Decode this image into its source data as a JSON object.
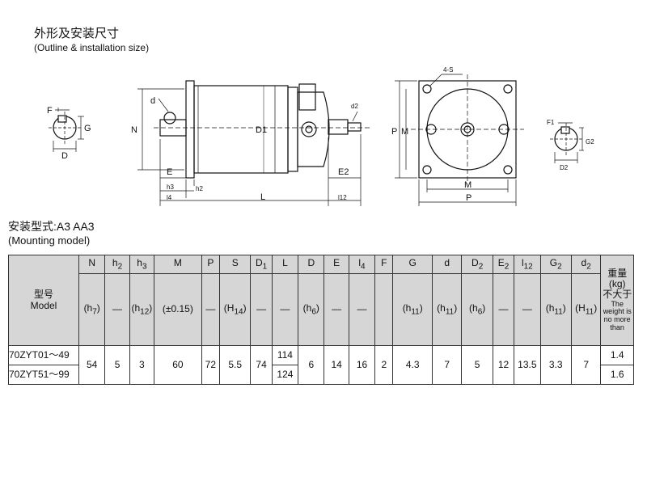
{
  "headings": {
    "title_cn": "外形及安装尺寸",
    "title_en": "(Outline & installation size)",
    "mount_cn": "安装型式:A3   AA3",
    "mount_en": "(Mounting model)"
  },
  "drawing": {
    "labels": {
      "F": "F",
      "G": "G",
      "D": "D",
      "d": "d",
      "N": "N",
      "D1": "D1",
      "E": "E",
      "h3": "h3",
      "h2": "h2",
      "l4": "l4",
      "L": "L",
      "d2": "d2",
      "E2": "E2",
      "l12": "l12",
      "four_s": "4-S",
      "P": "P",
      "M": "M",
      "M_b": "M",
      "P_b": "P",
      "F1": "F1",
      "G2": "G2",
      "D2": "D2"
    }
  },
  "table": {
    "model_cn": "型号",
    "model_en": "Model",
    "headers": [
      {
        "base": "N",
        "sub": ""
      },
      {
        "base": "h",
        "sub": "2"
      },
      {
        "base": "h",
        "sub": "3"
      },
      {
        "base": "M",
        "sub": ""
      },
      {
        "base": "P",
        "sub": ""
      },
      {
        "base": "S",
        "sub": ""
      },
      {
        "base": "D",
        "sub": "1"
      },
      {
        "base": "L",
        "sub": ""
      },
      {
        "base": "D",
        "sub": ""
      },
      {
        "base": "E",
        "sub": ""
      },
      {
        "base": "l",
        "sub": "4"
      },
      {
        "base": "F",
        "sub": ""
      },
      {
        "base": "G",
        "sub": ""
      },
      {
        "base": "d",
        "sub": ""
      },
      {
        "base": "D",
        "sub": "2"
      },
      {
        "base": "E",
        "sub": "2"
      },
      {
        "base": "l",
        "sub": "12"
      },
      {
        "base": "G",
        "sub": "2"
      },
      {
        "base": "d",
        "sub": "2"
      }
    ],
    "tolerances": [
      {
        "base": "(h",
        "sub": "7",
        "tail": ")"
      },
      {
        "base": "—",
        "sub": "",
        "tail": ""
      },
      {
        "base": "(h",
        "sub": "12",
        "tail": ")"
      },
      {
        "base": "(±0.15)",
        "sub": "",
        "tail": ""
      },
      {
        "base": "—",
        "sub": "",
        "tail": ""
      },
      {
        "base": "(H",
        "sub": "14",
        "tail": ")"
      },
      {
        "base": "—",
        "sub": "",
        "tail": ""
      },
      {
        "base": "—",
        "sub": "",
        "tail": ""
      },
      {
        "base": "(h",
        "sub": "6",
        "tail": ")"
      },
      {
        "base": "—",
        "sub": "",
        "tail": ""
      },
      {
        "base": "—",
        "sub": "",
        "tail": ""
      },
      {
        "base": "",
        "sub": "",
        "tail": ""
      },
      {
        "base": "(h",
        "sub": "11",
        "tail": ")"
      },
      {
        "base": "(h",
        "sub": "11",
        "tail": ")"
      },
      {
        "base": "(h",
        "sub": "6",
        "tail": ")"
      },
      {
        "base": "—",
        "sub": "",
        "tail": ""
      },
      {
        "base": "—",
        "sub": "",
        "tail": ""
      },
      {
        "base": "(h",
        "sub": "11",
        "tail": ")"
      },
      {
        "base": "(H",
        "sub": "11",
        "tail": ")"
      }
    ],
    "weight_header": {
      "cn": "重量",
      "unit": "(kg)",
      "cn2": "不大于",
      "en": "The weight is no more than"
    },
    "models": [
      "70ZYT01～49",
      "70ZYT51～99"
    ],
    "values": {
      "N": "54",
      "h2": "5",
      "h3": "3",
      "M": "60",
      "P": "72",
      "S": "5.5",
      "D1": "74",
      "L_1": "114",
      "L_2": "124",
      "D": "6",
      "E": "14",
      "l4": "16",
      "F": "2",
      "G": "4.3",
      "d": "7",
      "D2": "5",
      "E2": "12",
      "l12": "13.5",
      "G2": "3.3",
      "d2": "7"
    },
    "weights": [
      "1.4",
      "1.6"
    ]
  }
}
